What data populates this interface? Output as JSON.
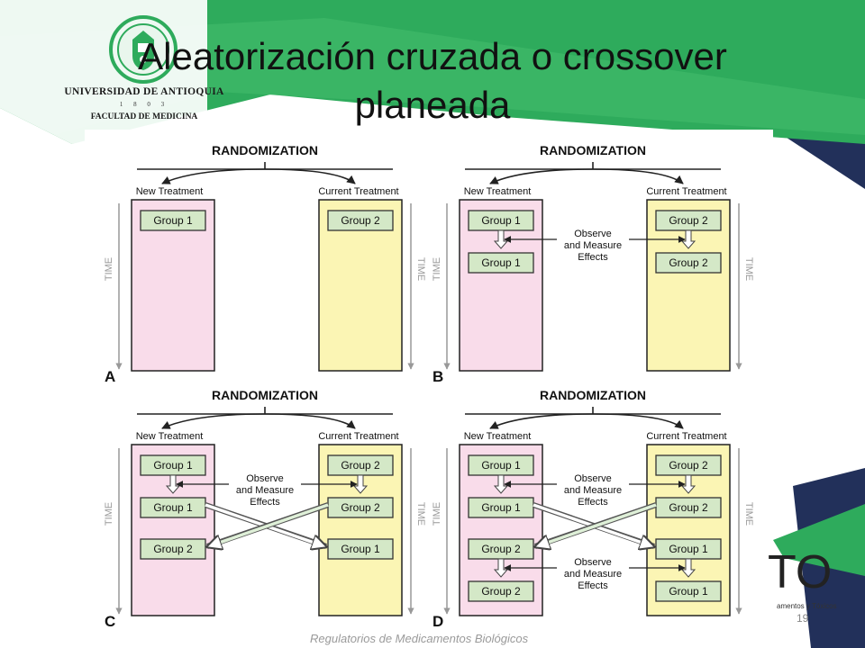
{
  "slide": {
    "title": "Aleatorización cruzada o crossover planeada",
    "page_number": "19",
    "footer": "Regulatorios de Medicamentos Biológicos"
  },
  "logo": {
    "university": "UNIVERSIDAD DE ANTIOQUIA",
    "year": "1 8 0 3",
    "faculty": "FACULTAD DE MEDICINA"
  },
  "brand": {
    "text": "TO",
    "subtitle": "amentos y Tóxicos"
  },
  "colors": {
    "green": "#2eab5c",
    "navy": "#22305a",
    "new_treatment_fill": "#f9dcea",
    "current_treatment_fill": "#fbf5b4",
    "group_fill": "#d4e8c7"
  },
  "figure": {
    "randomization": "RANDOMIZATION",
    "new_treatment": "New Treatment",
    "current_treatment": "Current Treatment",
    "time": "TIME",
    "observe": [
      "Observe",
      "and Measure",
      "Effects"
    ],
    "panels": [
      {
        "label": "A",
        "left_groups": [
          "Group 1"
        ],
        "right_groups": [
          "Group 2"
        ],
        "observe_rows": [],
        "crossover": false
      },
      {
        "label": "B",
        "left_groups": [
          "Group 1",
          "Group 1"
        ],
        "right_groups": [
          "Group 2",
          "Group 2"
        ],
        "observe_rows": [
          0
        ],
        "crossover": false
      },
      {
        "label": "C",
        "left_groups": [
          "Group 1",
          "Group 1",
          "Group 2"
        ],
        "right_groups": [
          "Group 2",
          "Group 2",
          "Group 1"
        ],
        "observe_rows": [
          0
        ],
        "crossover": true
      },
      {
        "label": "D",
        "left_groups": [
          "Group 1",
          "Group 1",
          "Group 2",
          "Group 2"
        ],
        "right_groups": [
          "Group 2",
          "Group 2",
          "Group 1",
          "Group 1"
        ],
        "observe_rows": [
          0,
          2
        ],
        "crossover": true
      }
    ]
  }
}
